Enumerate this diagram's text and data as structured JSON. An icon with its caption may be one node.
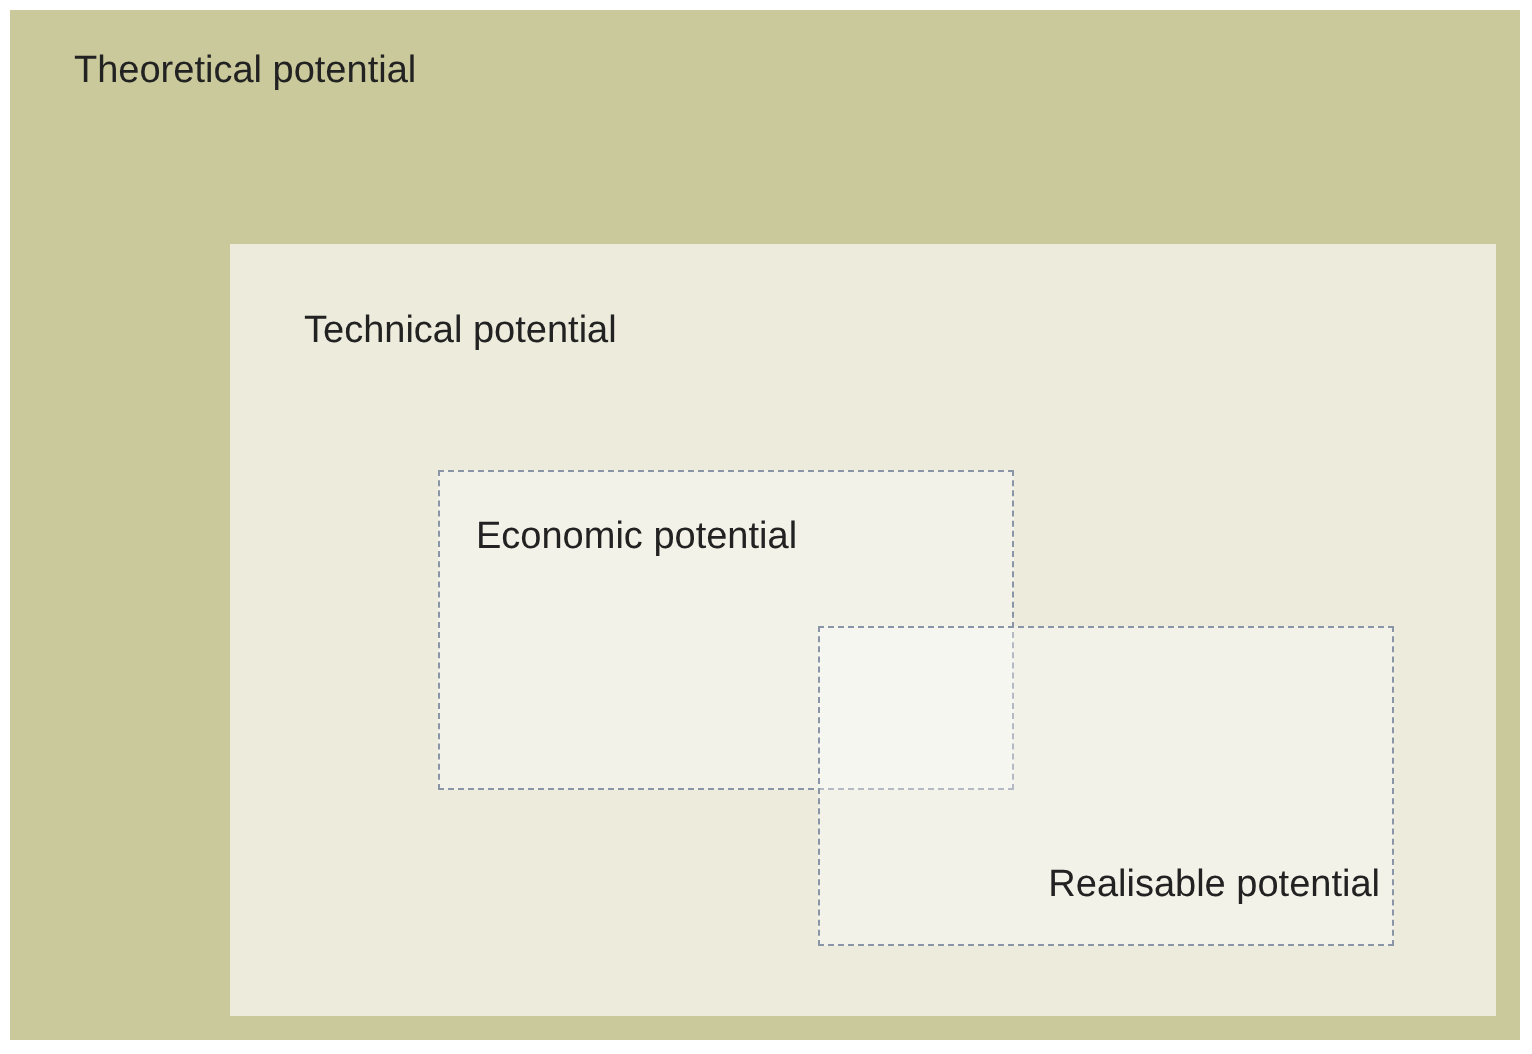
{
  "diagram": {
    "nodes": [
      {
        "text": [
          "Theoretical potential"
        ]
      },
      {
        "text": [
          "Technical potential"
        ],
        "in": 0
      },
      {
        "text": [
          "Economic potential"
        ],
        "in": 1
      },
      {
        "text": [
          "Realisable potential"
        ],
        "in": 1
      }
    ]
  }
}
